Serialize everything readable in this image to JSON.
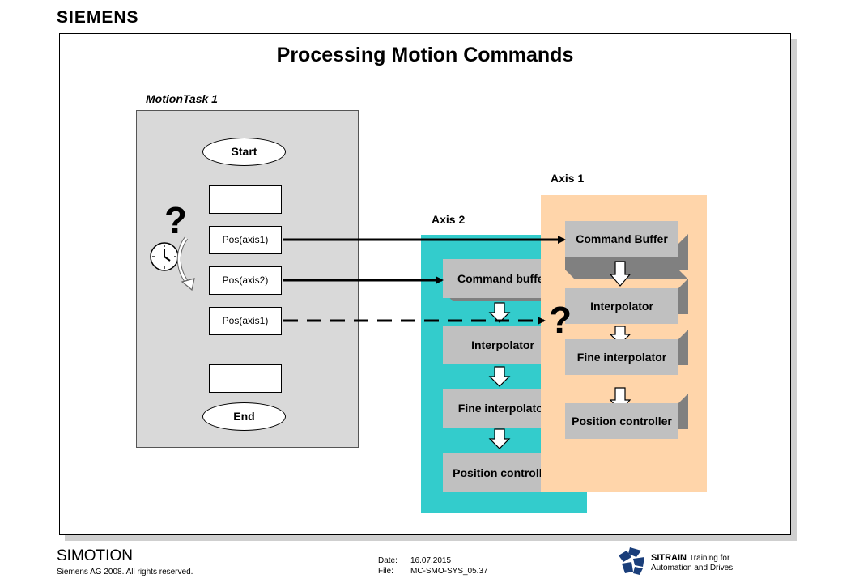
{
  "header": {
    "logo": "SIEMENS"
  },
  "title": "Processing Motion Commands",
  "motion_task": {
    "label": "MotionTask 1",
    "start": "Start",
    "end": "End",
    "commands": [
      "Pos(axis1)",
      "Pos(axis2)",
      "Pos(axis1)"
    ],
    "question": "?"
  },
  "axis1": {
    "label": "Axis 1",
    "blocks": [
      "Command Buffer",
      "Interpolator",
      "Fine interpolator",
      "Position controller"
    ],
    "question": "?"
  },
  "axis2": {
    "label": "Axis 2",
    "blocks": [
      "Command buffer",
      "Interpolator",
      "Fine interpolator",
      "Position controller"
    ]
  },
  "colors": {
    "axis1_bg": "#ffd5aa",
    "axis2_bg": "#33cccc",
    "task_bg": "#d9d9d9",
    "block": "#c0c0c0"
  },
  "icons": {
    "clock": "clock-icon",
    "logo": "sitrain-logo-icon"
  },
  "footer": {
    "product": "SIMOTION",
    "copyright": "Siemens AG 2008. All rights reserved.",
    "date_label": "Date:",
    "date": "16.07.2015",
    "file_label": "File:",
    "file": "MC-SMO-SYS_05.37",
    "brand": "SITRAIN",
    "brand_tag": "Training for",
    "brand_sub": "Automation and Drives"
  }
}
